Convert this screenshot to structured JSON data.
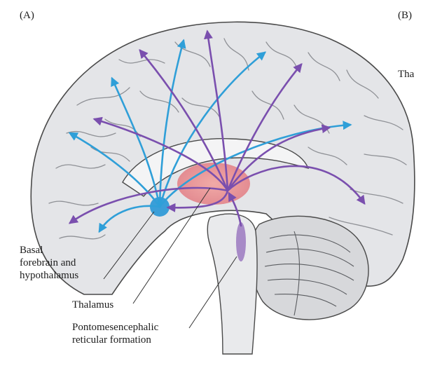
{
  "panel_a": {
    "label": "(A)"
  },
  "panel_b": {
    "label": "(B)",
    "cut_text": "Tha"
  },
  "callouts": {
    "basal_forebrain": [
      "Basal",
      "forebrain and",
      "hypothalamus"
    ],
    "thalamus": "Thalamus",
    "pontomesencephalic": [
      "Pontomesencephalic",
      "reticular formation"
    ]
  },
  "colors": {
    "cholinergic_projection": "#2f9fd8",
    "thalamic_projection": "#7a4fae",
    "thalamus_nucleus": "#e98c8c",
    "basal_forebrain_nucleus": "#3a9ed8",
    "reticular_formation": "#a78ac7",
    "cortex": "#e4e5e8",
    "outline": "#4a4a4a"
  }
}
